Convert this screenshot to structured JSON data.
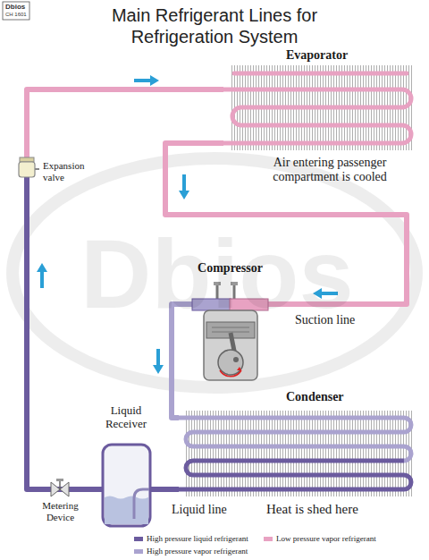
{
  "diagram": {
    "title": "Main Refrigerant Lines for Refrigeration System",
    "nodes": [
      {
        "text": [
          "Evaporator"
        ]
      },
      {
        "text": [
          "Expansion valve"
        ]
      },
      {
        "text": [
          "Compressor"
        ]
      },
      {
        "text": [
          "Liquid Receiver"
        ]
      },
      {
        "text": [
          "Condenser"
        ]
      },
      {
        "text": [
          "Metering Device"
        ]
      }
    ],
    "edges": [
      {
        "from": 1,
        "to": 0,
        "arrow": "none"
      },
      {
        "from": 0,
        "to": 2,
        "arrow": "none"
      },
      {
        "from": 2,
        "to": 4,
        "arrow": "none"
      },
      {
        "from": 4,
        "to": 3,
        "arrow": "none"
      },
      {
        "from": 3,
        "to": 5,
        "arrow": "none"
      },
      {
        "from": 5,
        "to": 1,
        "arrow": "none"
      }
    ],
    "labels": [
      "Dbios",
      "CH 1601",
      "Dbios",
      "Air entering passenger compartment is cooled",
      "Suction line",
      "Liquid line",
      "Heat is shed here"
    ],
    "legend": [
      {
        "text": "High pressure liquid refrigerant",
        "color": "#6b5b9e"
      },
      {
        "text": "Low pressure vapor refrigerant",
        "color": "#e8a2c2"
      },
      {
        "text": "High pressure vapor refrigerant",
        "color": "#aaa3cf"
      }
    ]
  }
}
